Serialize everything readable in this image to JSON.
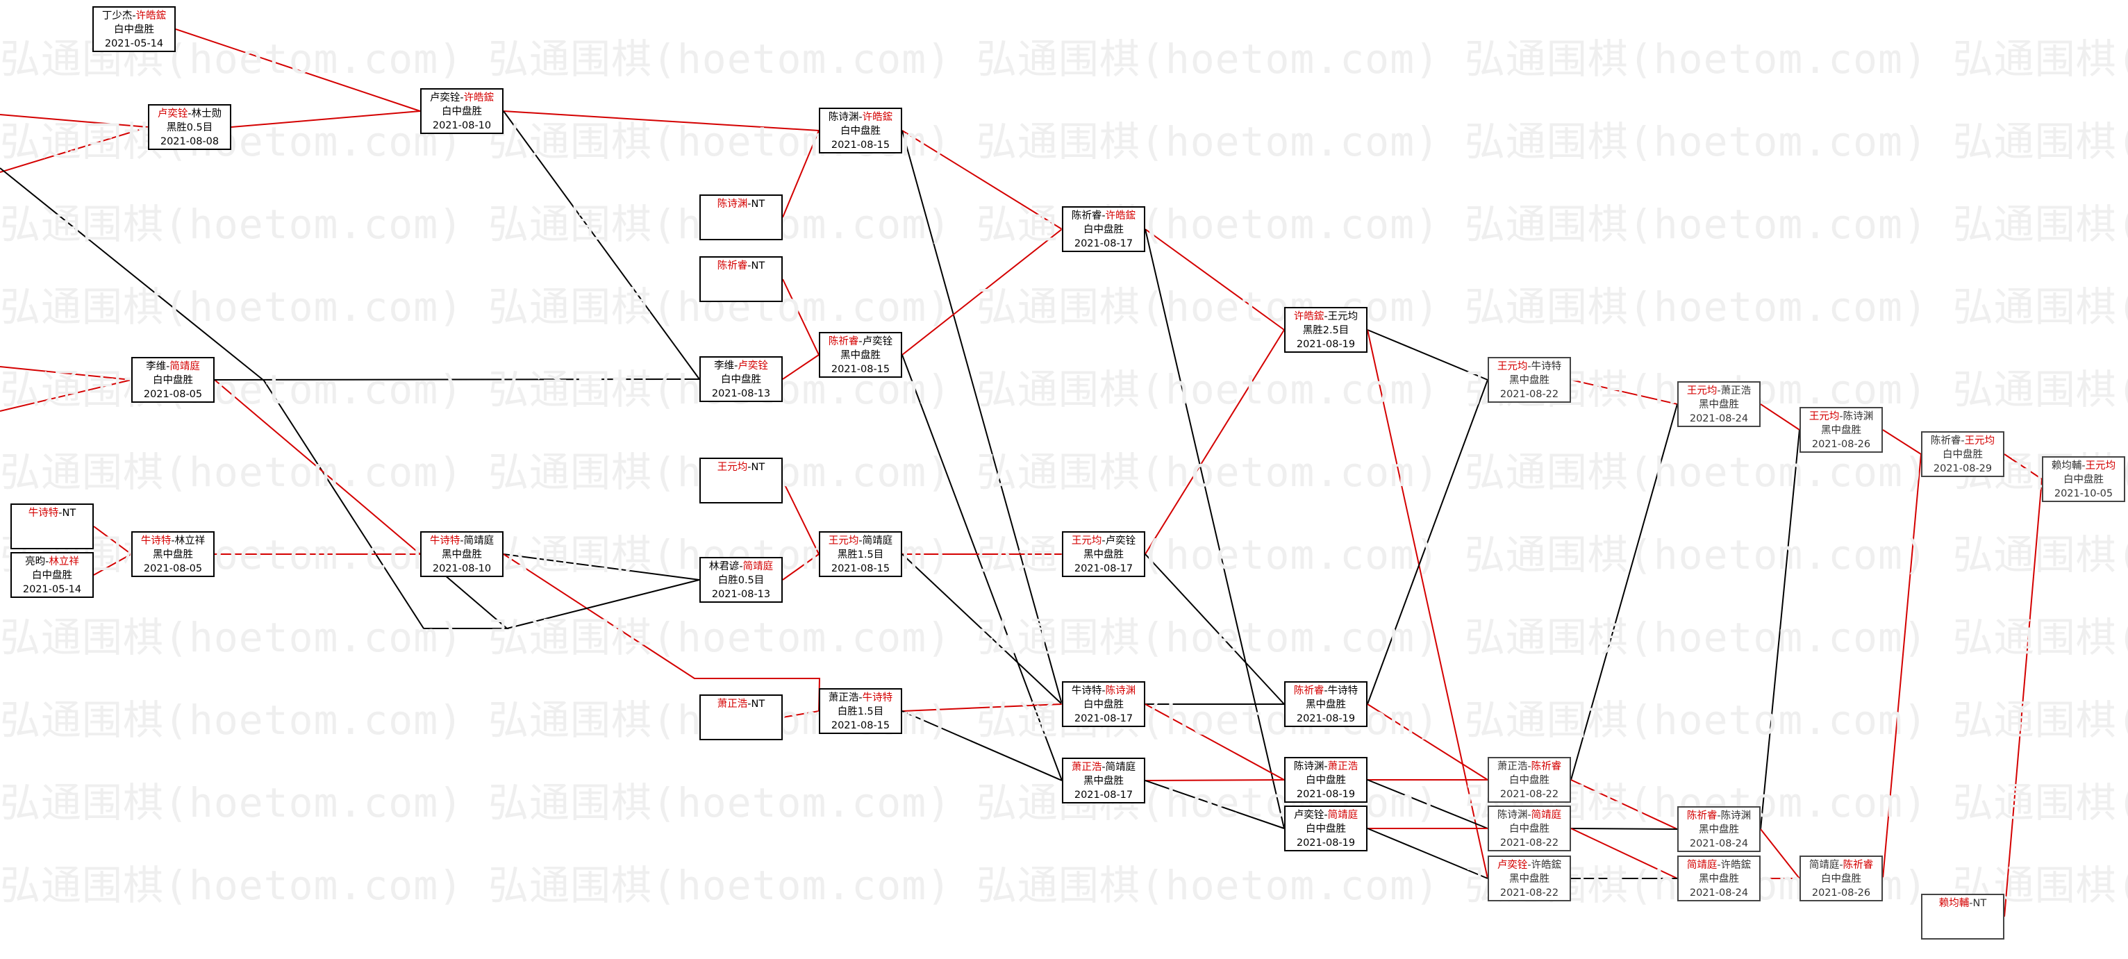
{
  "watermark": "弘通围棋(hoetom.com) 弘通围棋(hoetom.com) 弘通围棋(hoetom.com) 弘通围棋(hoetom.com) 弘通围棋(hoetom.com)",
  "colors": {
    "winner": "#d40000",
    "loser": "#000000",
    "watermark": "#efefef"
  },
  "matches": [
    {
      "id": "m1",
      "p1": "丁少杰",
      "p2": "许皓鋐",
      "winner": 2,
      "result": "白中盘胜",
      "date": "2021-05-14"
    },
    {
      "id": "m2",
      "p1": "卢奕铨",
      "p2": "林士勋",
      "winner": 1,
      "result": "黑胜0.5目",
      "date": "2021-08-08"
    },
    {
      "id": "m3",
      "p1": "卢奕铨",
      "p2": "许皓鋐",
      "winner": 2,
      "result": "白中盘胜",
      "date": "2021-08-10"
    },
    {
      "id": "m4",
      "p1": "李维",
      "p2": "简靖庭",
      "winner": 2,
      "result": "白中盘胜",
      "date": "2021-08-05"
    },
    {
      "id": "m5",
      "p1": "牛诗特",
      "p2": "NT",
      "winner": 1,
      "result": "",
      "date": ""
    },
    {
      "id": "m6",
      "p1": "亮昀",
      "p2": "林立祥",
      "winner": 2,
      "result": "白中盘胜",
      "date": "2021-05-14"
    },
    {
      "id": "m7",
      "p1": "牛诗特",
      "p2": "林立祥",
      "winner": 1,
      "result": "黑中盘胜",
      "date": "2021-08-05"
    },
    {
      "id": "m8",
      "p1": "牛诗特",
      "p2": "简靖庭",
      "winner": 1,
      "result": "黑中盘胜",
      "date": "2021-08-10"
    },
    {
      "id": "m9",
      "p1": "陈诗渊",
      "p2": "NT",
      "winner": 1,
      "result": "",
      "date": ""
    },
    {
      "id": "m10",
      "p1": "陈祈睿",
      "p2": "NT",
      "winner": 1,
      "result": "",
      "date": ""
    },
    {
      "id": "m11",
      "p1": "李维",
      "p2": "卢奕铨",
      "winner": 2,
      "result": "白中盘胜",
      "date": "2021-08-13"
    },
    {
      "id": "m12",
      "p1": "王元均",
      "p2": "NT",
      "winner": 1,
      "result": "",
      "date": ""
    },
    {
      "id": "m13",
      "p1": "林君谚",
      "p2": "简靖庭",
      "winner": 2,
      "result": "白胜0.5目",
      "date": "2021-08-13"
    },
    {
      "id": "m14",
      "p1": "萧正浩",
      "p2": "NT",
      "winner": 1,
      "result": "",
      "date": ""
    },
    {
      "id": "m15",
      "p1": "陈诗渊",
      "p2": "许皓鋐",
      "winner": 2,
      "result": "白中盘胜",
      "date": "2021-08-15"
    },
    {
      "id": "m16",
      "p1": "陈祈睿",
      "p2": "卢奕铨",
      "winner": 1,
      "result": "黑中盘胜",
      "date": "2021-08-15"
    },
    {
      "id": "m17",
      "p1": "王元均",
      "p2": "简靖庭",
      "winner": 1,
      "result": "黑胜1.5目",
      "date": "2021-08-15"
    },
    {
      "id": "m18",
      "p1": "萧正浩",
      "p2": "牛诗特",
      "winner": 2,
      "result": "白胜1.5目",
      "date": "2021-08-15"
    },
    {
      "id": "m19",
      "p1": "陈祈睿",
      "p2": "许皓鋐",
      "winner": 2,
      "result": "白中盘胜",
      "date": "2021-08-17"
    },
    {
      "id": "m20",
      "p1": "王元均",
      "p2": "卢奕铨",
      "winner": 1,
      "result": "黑中盘胜",
      "date": "2021-08-17"
    },
    {
      "id": "m21",
      "p1": "牛诗特",
      "p2": "陈诗渊",
      "winner": 2,
      "result": "白中盘胜",
      "date": "2021-08-17"
    },
    {
      "id": "m22",
      "p1": "萧正浩",
      "p2": "简靖庭",
      "winner": 1,
      "result": "黑中盘胜",
      "date": "2021-08-17"
    },
    {
      "id": "m23",
      "p1": "许皓鋐",
      "p2": "王元均",
      "winner": 1,
      "result": "黑胜2.5目",
      "date": "2021-08-19"
    },
    {
      "id": "m24",
      "p1": "陈祈睿",
      "p2": "牛诗特",
      "winner": 1,
      "result": "黑中盘胜",
      "date": "2021-08-19"
    },
    {
      "id": "m25",
      "p1": "陈诗渊",
      "p2": "萧正浩",
      "winner": 2,
      "result": "白中盘胜",
      "date": "2021-08-19"
    },
    {
      "id": "m26",
      "p1": "卢奕铨",
      "p2": "简靖庭",
      "winner": 2,
      "result": "白中盘胜",
      "date": "2021-08-19"
    },
    {
      "id": "m27",
      "p1": "王元均",
      "p2": "牛诗特",
      "winner": 1,
      "result": "黑中盘胜",
      "date": "2021-08-22"
    },
    {
      "id": "m28",
      "p1": "萧正浩",
      "p2": "陈祈睿",
      "winner": 2,
      "result": "白中盘胜",
      "date": "2021-08-22"
    },
    {
      "id": "m29",
      "p1": "陈诗渊",
      "p2": "简靖庭",
      "winner": 2,
      "result": "白中盘胜",
      "date": "2021-08-22"
    },
    {
      "id": "m30",
      "p1": "卢奕铨",
      "p2": "许皓鋐",
      "winner": 1,
      "result": "黑中盘胜",
      "date": "2021-08-22"
    },
    {
      "id": "m31",
      "p1": "王元均",
      "p2": "萧正浩",
      "winner": 1,
      "result": "黑中盘胜",
      "date": "2021-08-24"
    },
    {
      "id": "m32",
      "p1": "陈祈睿",
      "p2": "陈诗渊",
      "winner": 1,
      "result": "黑中盘胜",
      "date": "2021-08-24"
    },
    {
      "id": "m33",
      "p1": "简靖庭",
      "p2": "许皓鋐",
      "winner": 1,
      "result": "黑中盘胜",
      "date": "2021-08-24"
    },
    {
      "id": "m34",
      "p1": "王元均",
      "p2": "陈诗渊",
      "winner": 1,
      "result": "黑中盘胜",
      "date": "2021-08-26"
    },
    {
      "id": "m35",
      "p1": "简靖庭",
      "p2": "陈祈睿",
      "winner": 2,
      "result": "白中盘胜",
      "date": "2021-08-26"
    },
    {
      "id": "m36",
      "p1": "陈祈睿",
      "p2": "王元均",
      "winner": 2,
      "result": "白中盘胜",
      "date": "2021-08-29"
    },
    {
      "id": "m37",
      "p1": "赖均輔",
      "p2": "NT",
      "winner": 1,
      "result": "",
      "date": ""
    },
    {
      "id": "m38",
      "p1": "赖均輔",
      "p2": "王元均",
      "winner": 2,
      "result": "白中盘胜",
      "date": "2021-10-05"
    }
  ]
}
